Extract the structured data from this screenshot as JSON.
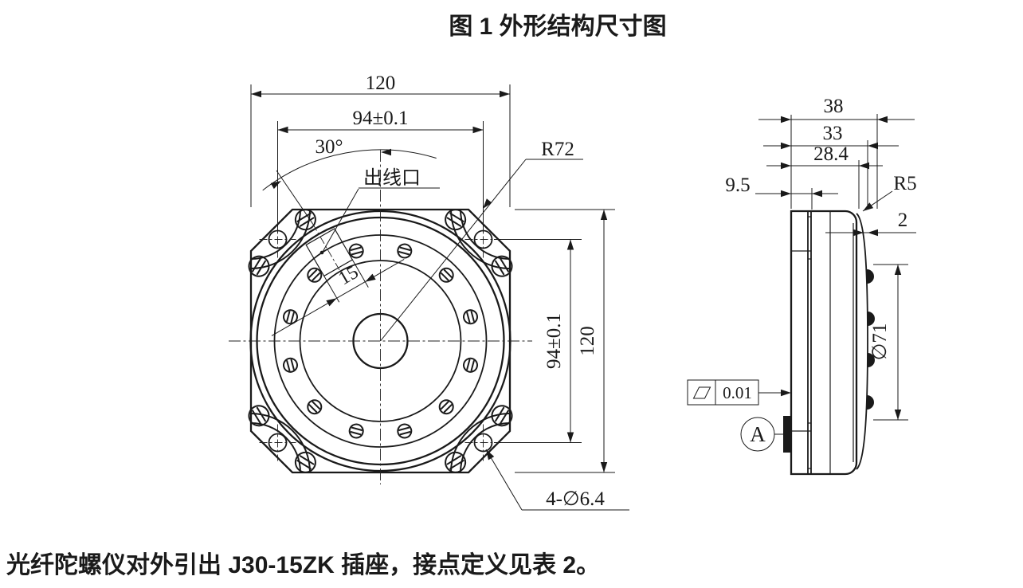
{
  "colors": {
    "line": "#1a1a1a",
    "background": "#ffffff"
  },
  "title": "图 1 外形结构尺寸图",
  "caption": "光纤陀螺仪对外引出 J30-15ZK 插座，接点定义见表 2。",
  "front_view": {
    "dim_width": "120",
    "dim_bolt_span_horizontal": "94±0.1",
    "dim_angle": "30°",
    "outlet_label": "出线口",
    "dim_outlet_width": "15",
    "dim_outer_radius": "R72",
    "dim_bolt_span_vertical": "94±0.1",
    "dim_height": "120",
    "dim_mounting_holes": "4-∅6.4"
  },
  "side_view": {
    "dim_overall_depth": "38",
    "dim_cover_depth": "33",
    "dim_body_depth": "28.4",
    "dim_flange_thickness": "9.5",
    "dim_corner_radius": "R5",
    "dim_cover_step": "2",
    "dim_screw_circle_diameter": "∅71",
    "flatness_tolerance": "0.01",
    "datum_label": "A"
  }
}
